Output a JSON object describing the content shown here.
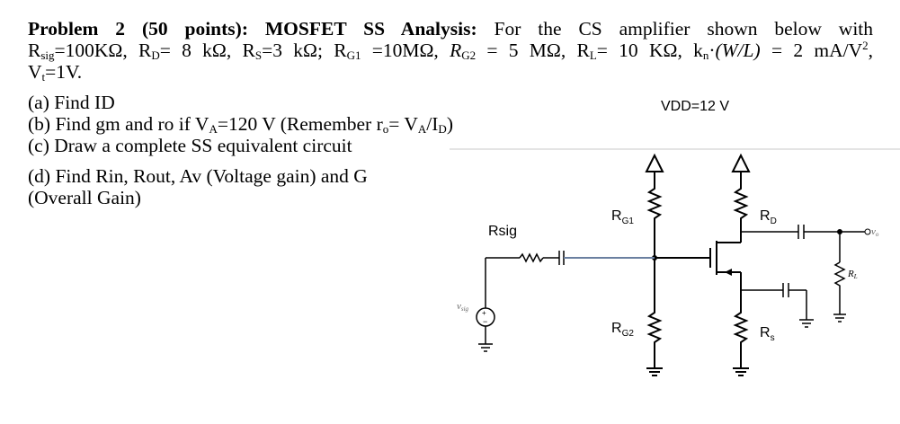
{
  "problem": {
    "heading": "Problem 2 (50 points): MOSFET SS Analysis:",
    "intro": "For the CS amplifier shown below with",
    "rsig_sym": "R",
    "rsig_sub": "sig",
    "rsig_val": "=100KΩ, ",
    "rd_sym": "R",
    "rd_sub": "D",
    "rd_val": "= 8 kΩ, ",
    "rs_sym": "R",
    "rs_sub": "S",
    "rs_val": "=3 kΩ; ",
    "rg1_sym": "R",
    "rg1_sub": "G1",
    "rg1_val": " =10MΩ, ",
    "rg2_sym": "R",
    "rg2_sub": "G2",
    "rg2_val": " = 5 MΩ, ",
    "rl_sym": "R",
    "rl_sub": "L",
    "rl_val": "= 10 KΩ, ",
    "kn_sym": "k",
    "kn_sub": "n",
    "kn_mid": "·",
    "kn_wl": "(W/L)",
    "kn_val": " = 2 mA/V",
    "kn_exp": "2",
    "kn_end": ",",
    "vt_sym": "V",
    "vt_sub": "t",
    "vt_val": "=1V.",
    "part_a": "(a) Find ID",
    "part_b_pre": "(b) Find gm and ro if V",
    "part_b_sub1": "A",
    "part_b_mid": "=120 V (Remember r",
    "part_b_sub2": "o",
    "part_b_mid2": "= V",
    "part_b_sub3": "A",
    "part_b_mid3": "/I",
    "part_b_sub4": "D",
    "part_b_end": ")",
    "part_c": "(c) Draw a complete SS equivalent circuit",
    "part_d": "(d) Find Rin, Rout, Av (Voltage gain) and G",
    "part_d2": "(Overall Gain)"
  },
  "circuit": {
    "vdd_label": "VDD=12 V",
    "rsig_label": "Rsig",
    "rg1_label": "R",
    "rg1_sub": "G1",
    "rg2_label": "R",
    "rg2_sub": "G2",
    "rd_label": "R",
    "rd_sub": "D",
    "rs_label": "R",
    "rs_sub": "s",
    "rl_label": "R",
    "rl_sub": "L",
    "vsig_label": "v",
    "vsig_sub": "sig",
    "vo_label": "v",
    "vo_sub": "o"
  }
}
